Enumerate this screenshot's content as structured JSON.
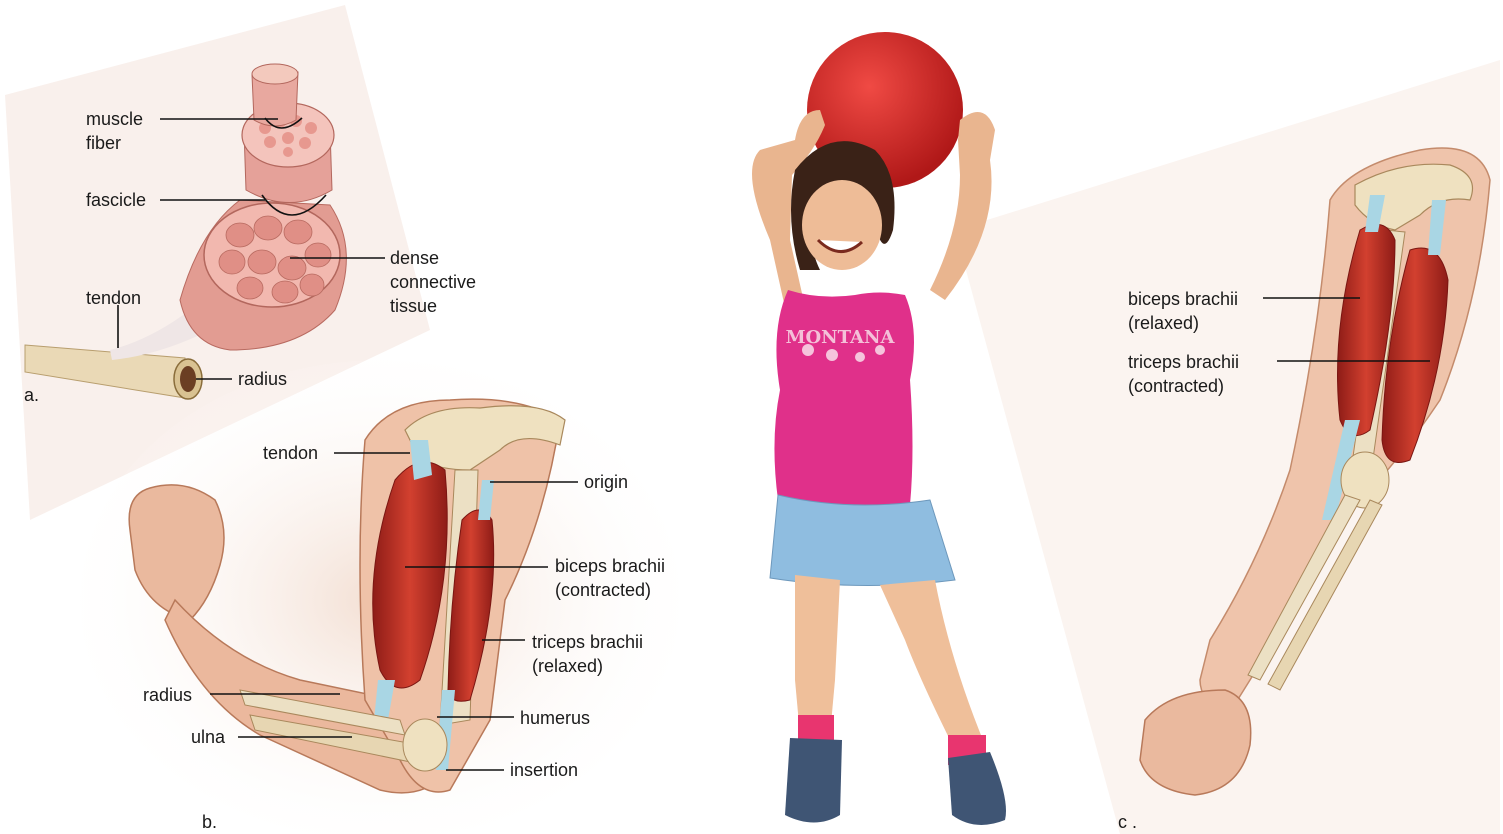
{
  "panel_a": {
    "letter": "a.",
    "labels": {
      "muscle_fiber_1": "muscle",
      "muscle_fiber_2": "fiber",
      "fascicle": "fascicle",
      "dense_1": "dense",
      "dense_2": "connective",
      "dense_3": "tissue",
      "tendon": "tendon",
      "radius": "radius"
    }
  },
  "panel_b": {
    "letter": "b.",
    "labels": {
      "tendon": "tendon",
      "origin": "origin",
      "biceps_1": "biceps brachii",
      "biceps_2": "(contracted)",
      "triceps_1": "triceps brachii",
      "triceps_2": "(relaxed)",
      "radius": "radius",
      "humerus": "humerus",
      "ulna": "ulna",
      "insertion": "insertion"
    }
  },
  "panel_c": {
    "letter": "c .",
    "labels": {
      "biceps_1": "biceps brachii",
      "biceps_2": "(relaxed)",
      "triceps_1": "triceps brachii",
      "triceps_2": "(contracted)"
    }
  },
  "photo": {
    "shirt_text": "MONTANA"
  },
  "colors": {
    "muscle": "#c8302a",
    "muscle_dark": "#9a1f1a",
    "skin": "#e8b79c",
    "bone": "#efe2c4",
    "tendon": "#a9d6e4",
    "fiber_pink": "#e8a7a0",
    "ball": "#d92a2a",
    "shirt": "#e0308a",
    "skirt": "#8fbde0"
  }
}
